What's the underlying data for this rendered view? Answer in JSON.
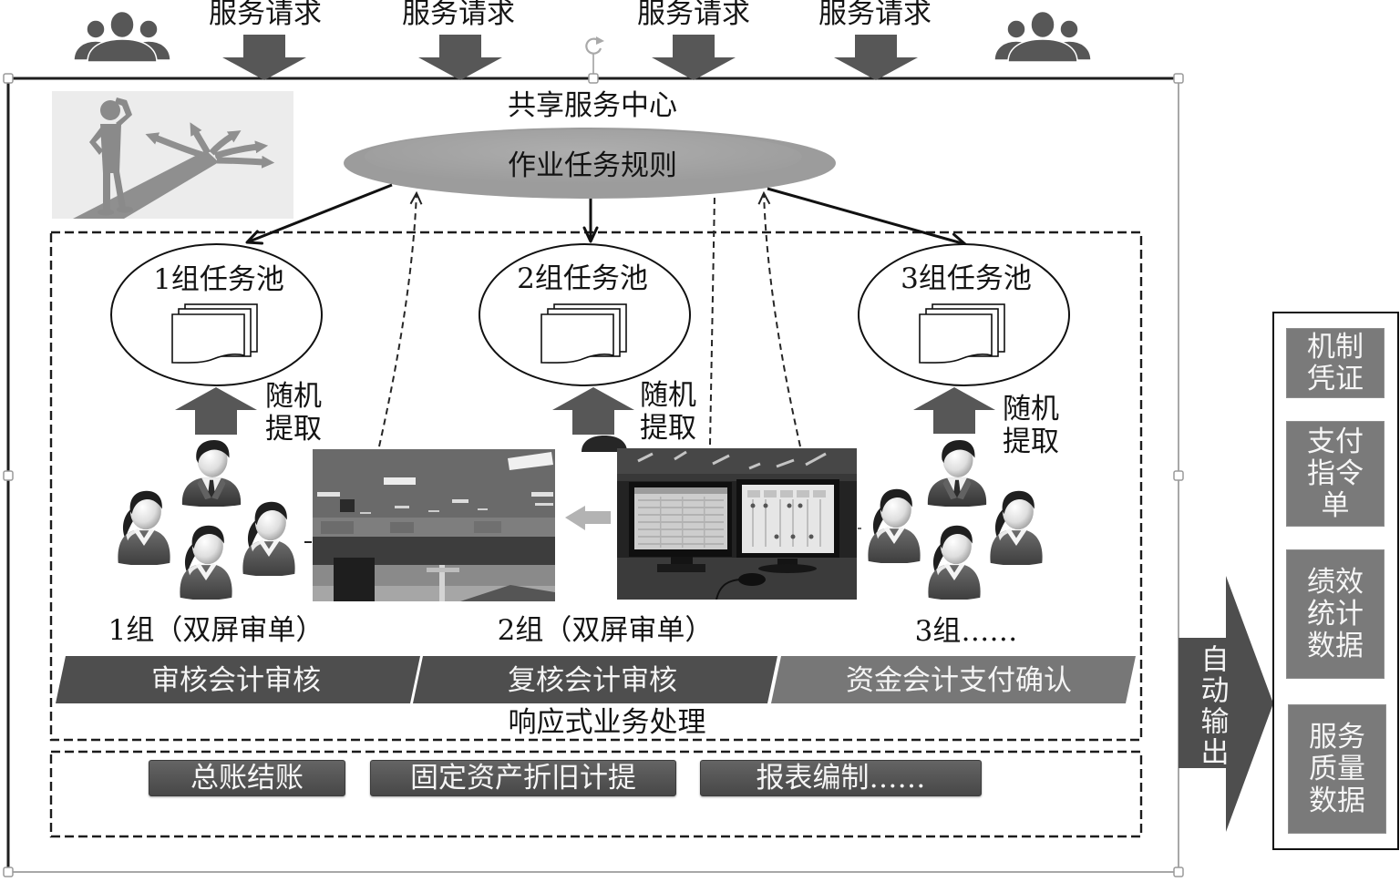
{
  "requests": {
    "labels": [
      "服务请求",
      "服务请求",
      "服务请求",
      "服务请求"
    ]
  },
  "service_center": {
    "title": "共享服务中心",
    "rules_label": "作业任务规则"
  },
  "groups": [
    {
      "pool_label": "1组任务池",
      "fetch_label": [
        "随机",
        "提取"
      ],
      "team_label": "1组（双屏审单）"
    },
    {
      "pool_label": "2组任务池",
      "fetch_label": [
        "随机",
        "提取"
      ],
      "team_label": "2组（双屏审单）"
    },
    {
      "pool_label": "3组任务池",
      "fetch_label": [
        "随机",
        "提取"
      ],
      "team_label": "3组……"
    }
  ],
  "process": {
    "steps": [
      "审核会计审核",
      "复核会计审核",
      "资金会计支付确认"
    ],
    "caption": "响应式业务处理"
  },
  "periodic_tasks": [
    "总账结账",
    "固定资产折旧计提",
    "报表编制……"
  ],
  "auto_output": {
    "label": "自动输出",
    "items": [
      {
        "lines": [
          "机制",
          "凭证"
        ]
      },
      {
        "lines": [
          "支付",
          "指令",
          "单"
        ]
      },
      {
        "lines": [
          "绩效",
          "统计",
          "数据"
        ]
      },
      {
        "lines": [
          "服务",
          "质量",
          "数据"
        ]
      }
    ]
  },
  "icons": {
    "requesters": "people-group-icon",
    "request_arrow": "arrow-down-icon",
    "task_pool": "document-stack-icon",
    "random_fetch_arrow": "arrow-up-icon",
    "staff_female": "user-female-icon",
    "staff_male": "user-male-icon",
    "handoff_arrow": "arrow-left-icon",
    "auto_output_arrow": "arrow-right-icon",
    "rotate_handle": "rotate-icon"
  },
  "colors": {
    "frame_line": "#1e1e1e",
    "selection_edge": "#8c8c8c",
    "shape_dark": "#4e4e4e",
    "shape_medium": "#777777",
    "icon_fill": "#575757",
    "ellipse_fill": "#9c9c9c",
    "output_box": "#7a7a7a",
    "handoff_arrow": "#b3b3b3",
    "text_dark": "#141414",
    "text_light": "#f5f5f5"
  }
}
